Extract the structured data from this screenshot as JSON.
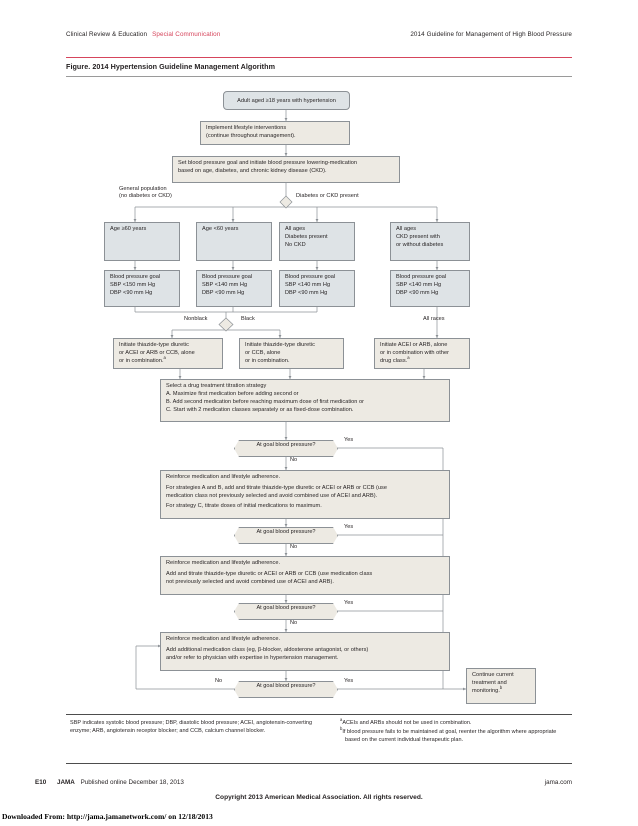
{
  "runhead": {
    "left": "Clinical Review & Education",
    "special": "Special Communication",
    "right": "2014 Guideline for Management of High Blood Pressure"
  },
  "figure": {
    "title": "Figure. 2014 Hypertension Guideline Management Algorithm"
  },
  "flow": {
    "start": "Adult aged ≥18 years with hypertension",
    "lifestyle": "Implement lifestyle interventions\n(continue throughout management).",
    "lifestyle_l1": "Implement lifestyle interventions",
    "lifestyle_l2": "(continue throughout management).",
    "setgoal_l1": "Set blood pressure goal and initiate blood pressure lowering-medication",
    "setgoal_l2": "based on age, diabetes, and chronic kidney disease (CKD).",
    "branch_general_l1": "General population",
    "branch_general_l2": "(no diabetes or CKD)",
    "branch_dm_ckd": "Diabetes or CKD present",
    "pop1": "Age ≥60 years",
    "pop2": "Age <60 years",
    "pop3_l1": "All ages",
    "pop3_l2": "Diabetes present",
    "pop3_l3": "No CKD",
    "pop4_l1": "All ages",
    "pop4_l2": "CKD present with",
    "pop4_l3": "or without diabetes",
    "goal_title": "Blood pressure goal",
    "goal1_sbp": "SBP <150 mm Hg",
    "goal1_dbp": "DBP <90 mm Hg",
    "goal2_sbp": "SBP <140 mm Hg",
    "goal2_dbp": "DBP <90 mm Hg",
    "goal3_sbp": "SBP <140 mm Hg",
    "goal3_dbp": "DBP <90 mm Hg",
    "goal4_sbp": "SBP <140 mm Hg",
    "goal4_dbp": "DBP <90 mm Hg",
    "race_nonblack": "Nonblack",
    "race_black": "Black",
    "race_all": "All races",
    "drug1_l1": "Initiate thiazide-type diuretic",
    "drug1_l2": "or ACEI or ARB or CCB, alone",
    "drug1_l3": "or in combination.",
    "drug2_l1": "Initiate thiazide-type diuretic",
    "drug2_l2": "or CCB, alone",
    "drug2_l3": "or in combination.",
    "drug3_l1": "Initiate ACEI or ARB, alone",
    "drug3_l2": "or in combination with other",
    "drug3_l3": "drug class.",
    "strategy_title": "Select a drug treatment titration strategy",
    "strategy_a": "A. Maximize first medication before adding second or",
    "strategy_b": "B. Add second medication before reaching maximum dose of first medication or",
    "strategy_c": "C. Start with 2 medication classes separately or as fixed-dose combination.",
    "decision": "At goal blood pressure?",
    "yes": "Yes",
    "no": "No",
    "reinforce": "Reinforce medication and lifestyle adherence.",
    "step1_l1": "For strategies A and B, add and titrate thiazide-type diuretic or ACEI or ARB or CCB (use",
    "step1_l2": "medication class not previously selected and avoid combined use of ACEI and ARB).",
    "step1_l3": "For strategy C, titrate doses of initial medications to maximum.",
    "step2_l1": "Add and titrate thiazide-type diuretic or ACEI or ARB or CCB (use medication class",
    "step2_l2": "not previously selected and avoid combined use of ACEI and ARB).",
    "step3_l1": "Add additional medication class (eg, β-blocker, aldosterone antagonist, or others)",
    "step3_l2": "and/or refer to physician with expertise in hypertension management.",
    "continue_l1": "Continue current",
    "continue_l2": "treatment and",
    "continue_l3": "monitoring."
  },
  "footnotes": {
    "abbrev_l1": "SBP indicates systolic blood pressure; DBP, diastolic blood pressure; ACEI,",
    "abbrev_l2": "angiotensin-converting enzyme; ARB, angiotensin receptor blocker; and CCB,",
    "abbrev_l3": "calcium channel blocker.",
    "note_a": "ACEIs and ARBs should not be used in combination.",
    "note_b_l1": "If blood pressure fails to be maintained at goal, reenter the algorithm where",
    "note_b_l2": "appropriate based on the current individual therapeutic plan.",
    "mark_a": "a",
    "mark_b": "b"
  },
  "footer": {
    "page": "E10",
    "journal": "JAMA",
    "published": "Published online December 18, 2013",
    "domain": "jama.com",
    "copyright": "Copyright 2013 American Medical Association. All rights reserved.",
    "downloaded": "Downloaded From: http://jama.jamanetwork.com/ on 12/18/2013"
  },
  "colors": {
    "accent": "#d6455c",
    "box_blue": "#dee3e6",
    "box_beige": "#edeae3",
    "line": "#8c9196"
  }
}
